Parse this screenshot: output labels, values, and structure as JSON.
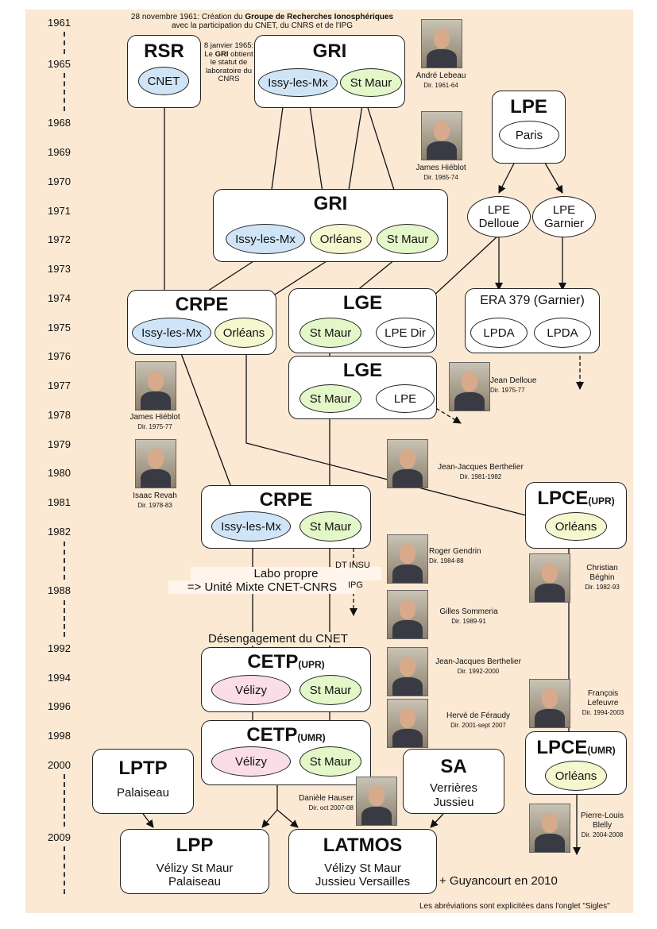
{
  "years": [
    "1961",
    "1965",
    "1968",
    "1969",
    "1970",
    "1971",
    "1972",
    "1973",
    "1974",
    "1975",
    "1976",
    "1977",
    "1978",
    "1979",
    "1980",
    "1981",
    "1982",
    "1988",
    "1992",
    "1994",
    "1996",
    "1998",
    "2000",
    "2009"
  ],
  "intro": {
    "line1_pre": "28 novembre 1961: Création du ",
    "line1_bold": "Groupe de Recherches Ionosphériques",
    "line2": "avec la participation du CNET, du CNRS et de l'IPG"
  },
  "note1965": {
    "a": "8 janvier 1965:",
    "b_pre": "Le ",
    "b_bold": "GRI",
    "b_post": " obtient",
    "c": "le statut de",
    "d": "laboratoire du",
    "e": "CNRS"
  },
  "boxes": {
    "rsr": "RSR",
    "gri1": "GRI",
    "lpe": "LPE",
    "gri2": "GRI",
    "crpe1": "CRPE",
    "lge1": "LGE",
    "era": "ERA 379 (Garnier)",
    "lge2": "LGE",
    "crpe2": "CRPE",
    "lpce_upr": "LPCE",
    "cetp_upr": "CETP",
    "cetp_umr": "CETP",
    "lpce_umr": "LPCE",
    "lptp": "LPTP",
    "sa": "SA",
    "lpp": "LPP",
    "latmos": "LATMOS"
  },
  "box_tags": {
    "upr": "(UPR)",
    "umr": "(UMR)"
  },
  "box_subs": {
    "lptp": "Palaiseau",
    "sa1": "Verrières",
    "sa2": "Jussieu",
    "lpp1": "Vélizy St Maur",
    "lpp2": "Palaiseau",
    "latmos1": "Vélizy St Maur",
    "latmos2": "Jussieu Versailles"
  },
  "ovals": {
    "cnet": "CNET",
    "issy": "Issy-les-Mx",
    "stmaur": "St Maur",
    "paris": "Paris",
    "orleans": "Orléans",
    "lpe_delloue": "LPE Delloue",
    "lpe_garnier": "LPE Garnier",
    "lpe_dir": "LPE Dir",
    "lpda": "LPDA",
    "lpe": "LPE",
    "velizy": "Vélizy"
  },
  "notes": {
    "labo_propre": "Labo propre",
    "unite_mixte": "=> Unité Mixte CNET-CNRS",
    "desengagement": "Désengagement du CNET",
    "dt_insu": "DT INSU",
    "ipg": "IPG",
    "guyancourt": "+ Guyancourt en 2010",
    "footer": "Les abréviations sont explicitées dans l'onglet \"Sigles\""
  },
  "people": [
    {
      "name": "André Lebeau",
      "dir": "Dir. 1961-64"
    },
    {
      "name": "James Hiéblot",
      "dir": "Dir. 1965-74"
    },
    {
      "name": "Jean Delloue",
      "dir": "Dir. 1975-77"
    },
    {
      "name": "James Hiéblot",
      "dir": "Dir. 1975-77"
    },
    {
      "name": "Jean-Jacques Berthelier",
      "dir": "Dir. 1981-1982"
    },
    {
      "name": "Isaac Revah",
      "dir": "Dir. 1978-83"
    },
    {
      "name": "Roger Gendrin",
      "dir": "Dir. 1984-88"
    },
    {
      "name": "Christian Béghin",
      "dir": "Dir. 1982-93"
    },
    {
      "name": "Gilles Sommeria",
      "dir": "Dir. 1989-91"
    },
    {
      "name": "Jean-Jacques Berthelier",
      "dir": "Dir. 1992-2000"
    },
    {
      "name": "François Lefeuvre",
      "dir": "Dir. 1994-2003"
    },
    {
      "name": "Hervé de Féraudy",
      "dir": "Dir. 2001-sept 2007"
    },
    {
      "name": "Danièle Hauser",
      "dir": "Dir. oct 2007-08"
    },
    {
      "name": "Pierre-Louis Blelly",
      "dir": "Dir. 2004-2008"
    }
  ]
}
